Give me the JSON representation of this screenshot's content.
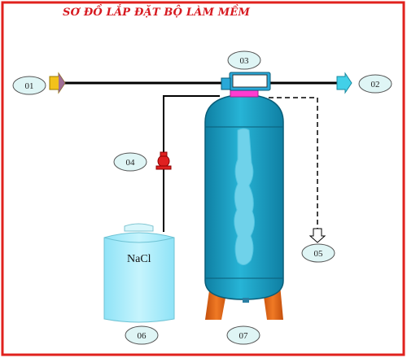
{
  "title": "SƠ ĐỒ LẮP ĐẶT BỘ LÀM MỀM",
  "tank_label": "NaCl",
  "callouts": {
    "inlet": "01",
    "outlet": "02",
    "control_valve": "03",
    "brine_valve": "04",
    "drain": "05",
    "brine_tank": "06",
    "softener_tank": "07"
  },
  "colors": {
    "border": "#e0211d",
    "title": "#d71920",
    "softener_tank": "#1aa6c9",
    "brine_tank": "#9fe9fb",
    "callout_fill": "#dff5f5",
    "legs": "#e06a15",
    "valve": "#e02020",
    "inlet_arrow": "#f2c21b",
    "outlet_arrow": "#42d0e8"
  }
}
